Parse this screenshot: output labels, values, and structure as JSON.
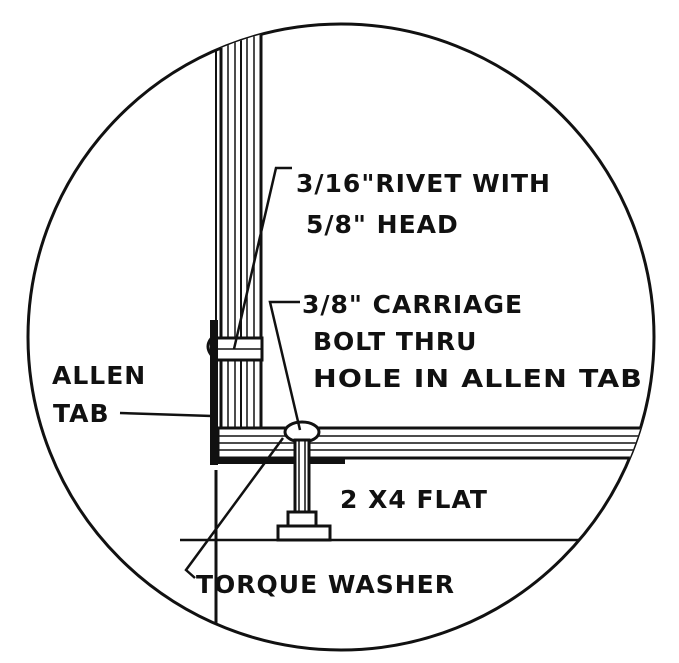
{
  "labels": {
    "rivet_line1": "3/16\"RIVET WITH",
    "rivet_line2": "5/8\" HEAD",
    "bolt_line1": "3/8\" CARRIAGE",
    "bolt_line2": "BOLT THRU",
    "bolt_line3": "HOLE IN ALLEN TAB",
    "allen_line1": "ALLEN",
    "allen_line2": "TAB",
    "flat": "2 X4 FLAT",
    "washer": "TORQUE WASHER"
  },
  "colors": {
    "ink": "#111111",
    "paper": "#ffffff"
  }
}
